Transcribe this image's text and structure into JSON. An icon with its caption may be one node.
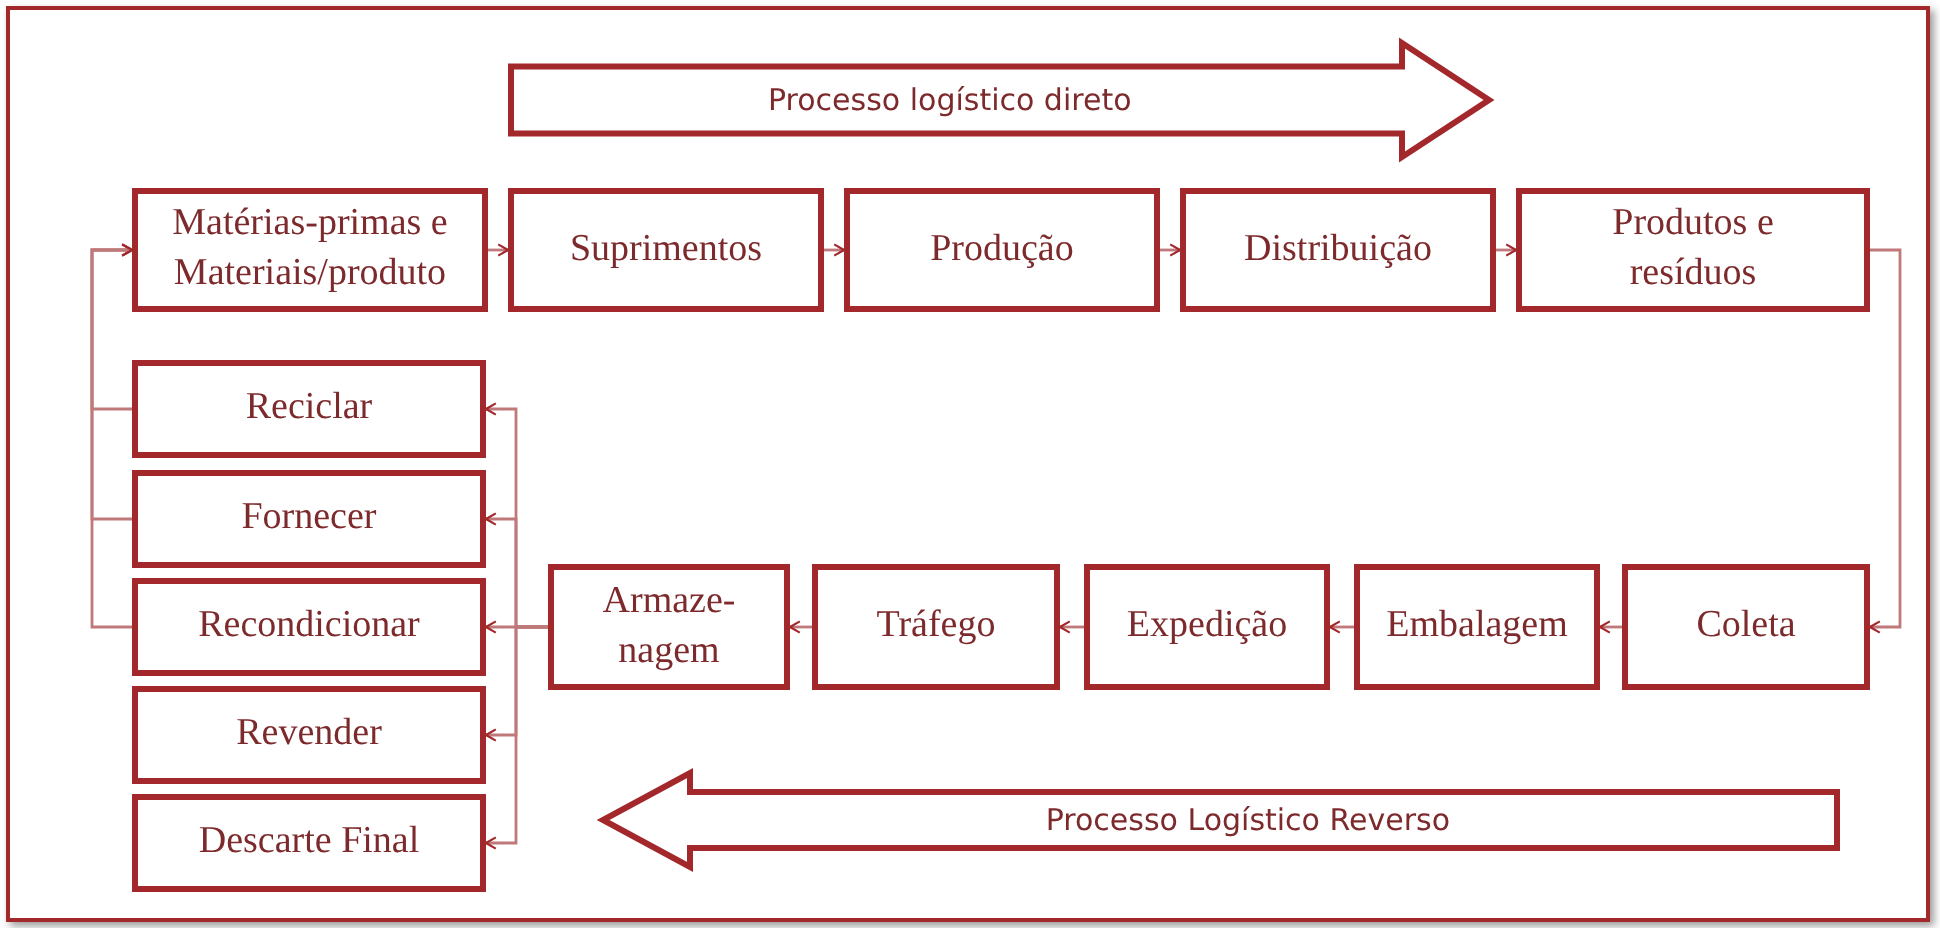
{
  "diagram": {
    "nodes": [
      {
        "text": [
          "Processo logístico direto"
        ]
      },
      {
        "text": [
          "Matérias-primas e Materiais/produto"
        ]
      },
      {
        "text": [
          "Suprimentos"
        ]
      },
      {
        "text": [
          "Produção"
        ]
      },
      {
        "text": [
          "Distribuição"
        ]
      },
      {
        "text": [
          "Produtos e resíduos"
        ]
      },
      {
        "text": [
          "Reciclar"
        ]
      },
      {
        "text": [
          "Fornecer"
        ]
      },
      {
        "text": [
          "Recondicionar"
        ]
      },
      {
        "text": [
          "Revender"
        ]
      },
      {
        "text": [
          "Descarte Final"
        ]
      },
      {
        "text": [
          "Armaze- nagem"
        ]
      },
      {
        "text": [
          "Tráfego"
        ]
      },
      {
        "text": [
          "Expedição"
        ]
      },
      {
        "text": [
          "Embalagem"
        ]
      },
      {
        "text": [
          "Coleta"
        ]
      },
      {
        "text": [
          "Processo Logístico Reverso"
        ]
      }
    ],
    "edges": [
      {
        "from": 1,
        "to": 2,
        "arrow": "to"
      },
      {
        "from": 2,
        "to": 3,
        "arrow": "to"
      },
      {
        "from": 3,
        "to": 4,
        "arrow": "to"
      },
      {
        "from": 4,
        "to": 5,
        "arrow": "to"
      },
      {
        "from": 5,
        "to": 15,
        "arrow": "to"
      },
      {
        "from": 15,
        "to": 14,
        "arrow": "to"
      },
      {
        "from": 14,
        "to": 13,
        "arrow": "to"
      },
      {
        "from": 13,
        "to": 12,
        "arrow": "to"
      },
      {
        "from": 12,
        "to": 11,
        "arrow": "to"
      },
      {
        "from": 11,
        "to": 6,
        "arrow": "to"
      },
      {
        "from": 11,
        "to": 7,
        "arrow": "to"
      },
      {
        "from": 11,
        "to": 8,
        "arrow": "to"
      },
      {
        "from": 11,
        "to": 9,
        "arrow": "to"
      },
      {
        "from": 11,
        "to": 10,
        "arrow": "to"
      },
      {
        "from": 6,
        "to": 1,
        "arrow": "to"
      },
      {
        "from": 7,
        "to": 1,
        "arrow": "to"
      },
      {
        "from": 8,
        "to": 1,
        "arrow": "to"
      }
    ]
  }
}
